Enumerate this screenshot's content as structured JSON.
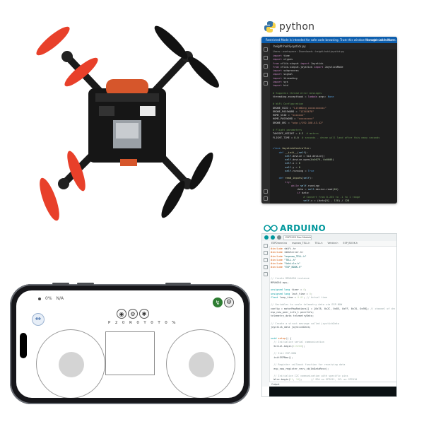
{
  "python_logo": {
    "text": "python"
  },
  "vscode": {
    "banner": "Restricted Mode is intended for safe code browsing. Trust this window to enable all features.",
    "banner_manage": "Manage",
    "banner_learn": "Learn More",
    "tab": "height-hold-joystick.py",
    "breadcrumb": "Users › workspace › Downloads › height-hold-joystick.py"
  },
  "arduino_logo": {
    "text": "ARDUINO"
  },
  "arduino": {
    "board": "ESP32S3 Dev Module",
    "file_tabs": [
      "ESPDrone.ino",
      "espnow_TELL.h",
      "TELL.h",
      "Vehicle.h",
      "ESP_BOOK.h"
    ],
    "output_label": "Output"
  },
  "phone": {
    "status": [
      "0%",
      "N/A"
    ],
    "telemetry": "P 2 0 R 0 Y 0 T 0 %",
    "arm_icon": "up-down-arrows-icon",
    "right_icons": [
      "connect-icon",
      "gear-icon"
    ]
  },
  "colors": {
    "vscode_bg": "#1e1e1e",
    "arduino_teal": "#00979c",
    "phone_frame": "#16161a"
  }
}
